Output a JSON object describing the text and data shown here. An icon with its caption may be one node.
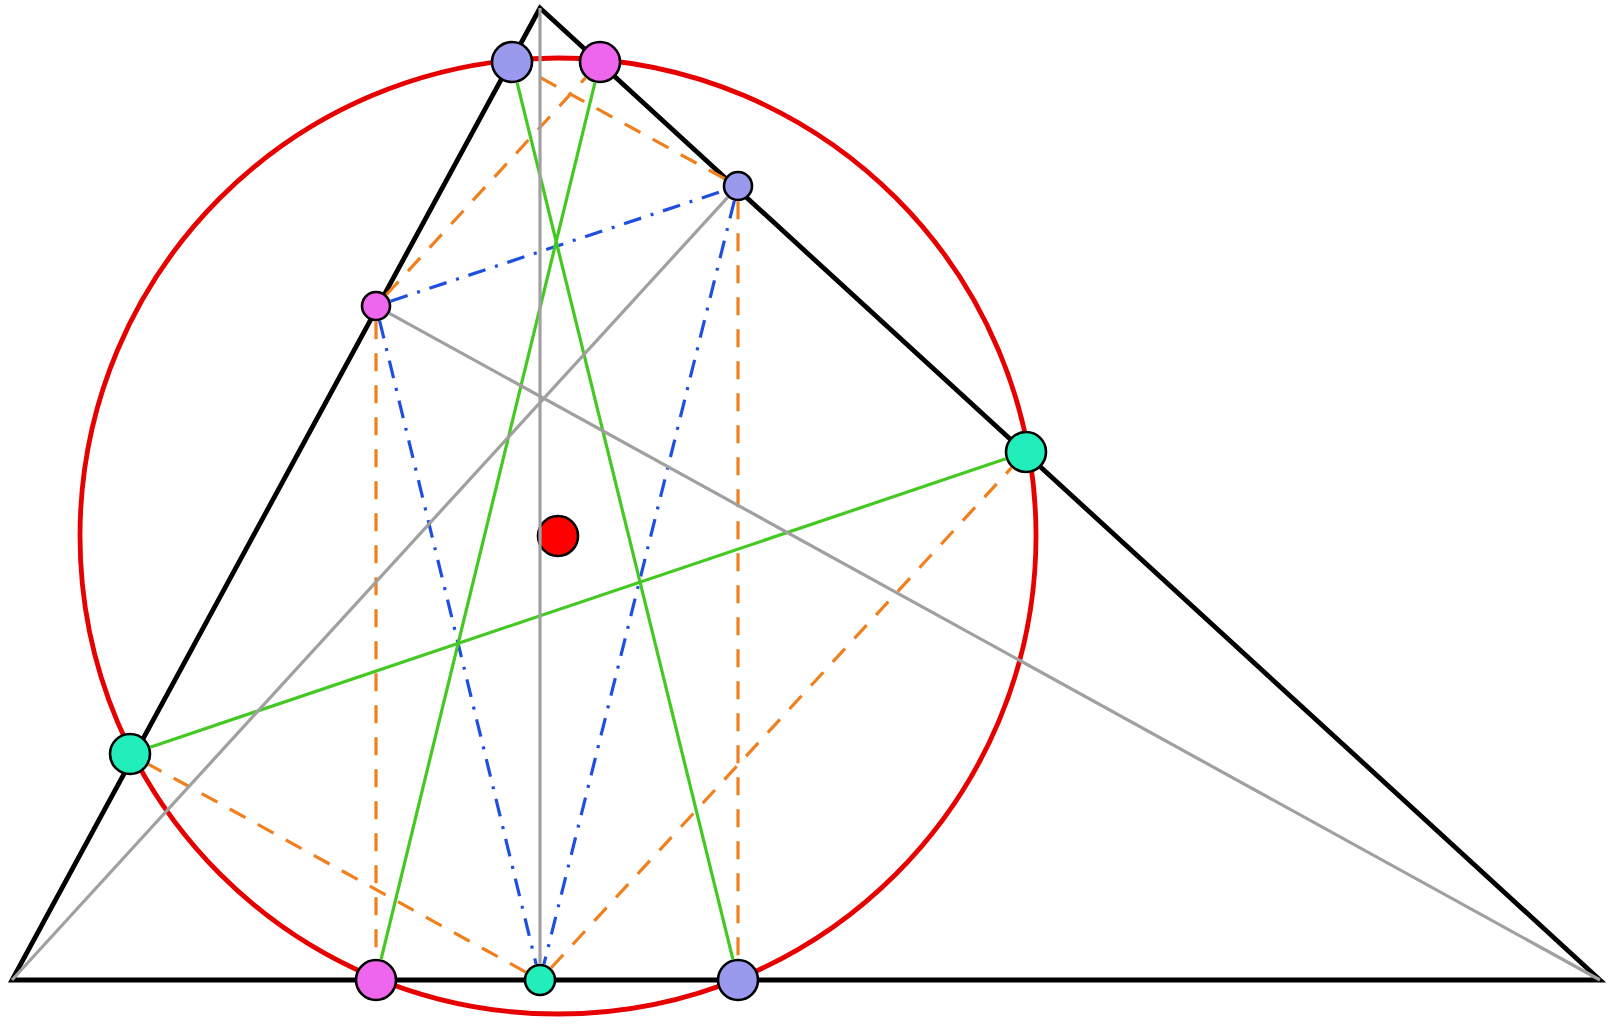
{
  "diagram": {
    "nodes": [
      {
        "text": [],
        "shape": "circle"
      },
      {
        "text": [],
        "shape": "circle"
      },
      {
        "text": [],
        "shape": "circle"
      },
      {
        "text": [],
        "shape": "circle"
      },
      {
        "text": [],
        "shape": "circle"
      },
      {
        "text": [],
        "shape": "circle"
      },
      {
        "text": [],
        "shape": "circle"
      },
      {
        "text": [],
        "shape": "circle"
      },
      {
        "text": [],
        "shape": "circle"
      },
      {
        "text": [],
        "shape": "circle"
      }
    ],
    "edges": [
      {
        "from": 4,
        "to": 7,
        "arrow": "none",
        "style": "dashed",
        "color": "#f07f1e"
      },
      {
        "from": 4,
        "to": 2,
        "arrow": "none",
        "style": "dashed",
        "color": "#f07f1e"
      },
      {
        "from": 3,
        "to": 1,
        "arrow": "none",
        "style": "dashed",
        "color": "#f07f1e"
      },
      {
        "from": 3,
        "to": 9,
        "arrow": "none",
        "style": "dashed",
        "color": "#f07f1e"
      },
      {
        "from": 8,
        "to": 6,
        "arrow": "none",
        "style": "dashed",
        "color": "#f07f1e"
      },
      {
        "from": 8,
        "to": 5,
        "arrow": "none",
        "style": "dashed",
        "color": "#f07f1e"
      },
      {
        "from": 4,
        "to": 3,
        "arrow": "none",
        "style": "dashed",
        "color": "#1f4fe0"
      },
      {
        "from": 4,
        "to": 8,
        "arrow": "none",
        "style": "dashed",
        "color": "#1f4fe0"
      },
      {
        "from": 3,
        "to": 8,
        "arrow": "none",
        "style": "dashed",
        "color": "#1f4fe0"
      },
      {
        "from": 6,
        "to": 5,
        "arrow": "none",
        "color": "#44c822"
      },
      {
        "from": 7,
        "to": 2,
        "arrow": "none",
        "color": "#44c822"
      },
      {
        "from": 1,
        "to": 9,
        "arrow": "none",
        "color": "#44c822"
      },
      {
        "from": null,
        "to": 8,
        "arrow": "none",
        "color": "#a0a0a0"
      },
      {
        "from": null,
        "to": 3,
        "arrow": "none",
        "color": "#a0a0a0"
      },
      {
        "from": null,
        "to": 4,
        "arrow": "none",
        "color": "#a0a0a0"
      }
    ]
  }
}
